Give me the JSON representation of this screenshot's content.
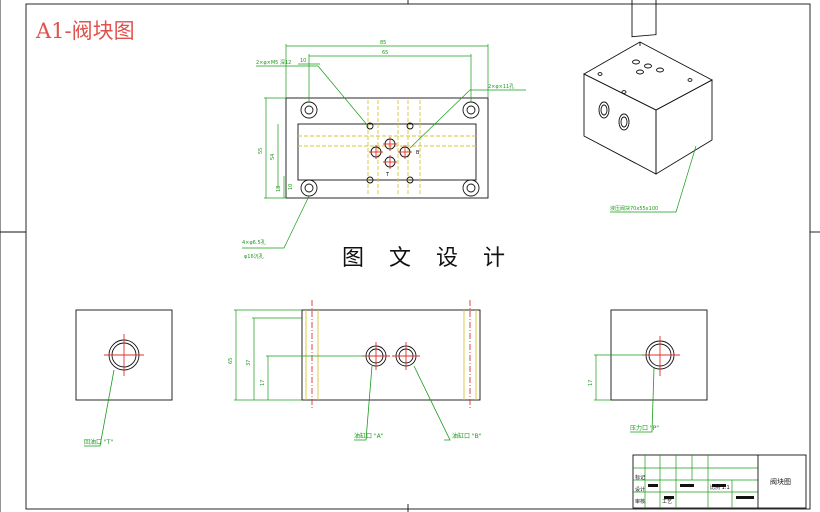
{
  "drawing": {
    "title": "A1-阀块图",
    "banner": "图 文 设 计"
  },
  "top_view": {
    "dim_overall": "85",
    "dim_inner": "65",
    "dim_height": "55",
    "dim_b": "54",
    "dim_c": "18",
    "dim_d": "10",
    "dim_e": "10",
    "note_m5": "2×φ×M5 深12",
    "note_hole": "2×φ×11孔",
    "note_mount": "4×φ6.5孔",
    "note_mount2": "φ16沉孔",
    "port_t": "T",
    "port_b": "B"
  },
  "iso_view": {
    "note": "液压阀块70x55x100"
  },
  "front_view": {
    "dim_h1": "65",
    "dim_h2": "37",
    "dim_h3": "17",
    "label_a": "油缸口 \"A\"",
    "label_b": "油缸口 \"B\""
  },
  "left_view": {
    "label": "回油口 \"T\""
  },
  "right_view": {
    "dim": "17",
    "label": "压力口 \"P\""
  },
  "title_block": {
    "part_name": "阀块图",
    "cell_1": "标记",
    "cell_2": "设计",
    "cell_3": "审核",
    "cell_4": "工艺",
    "cell_5": "比例 1:1"
  },
  "colors": {
    "title": "#e0524d",
    "dimension": "#1a9b1a",
    "centerline": "#e0302a",
    "hidden": "#d8c63a",
    "outline": "#111111"
  }
}
